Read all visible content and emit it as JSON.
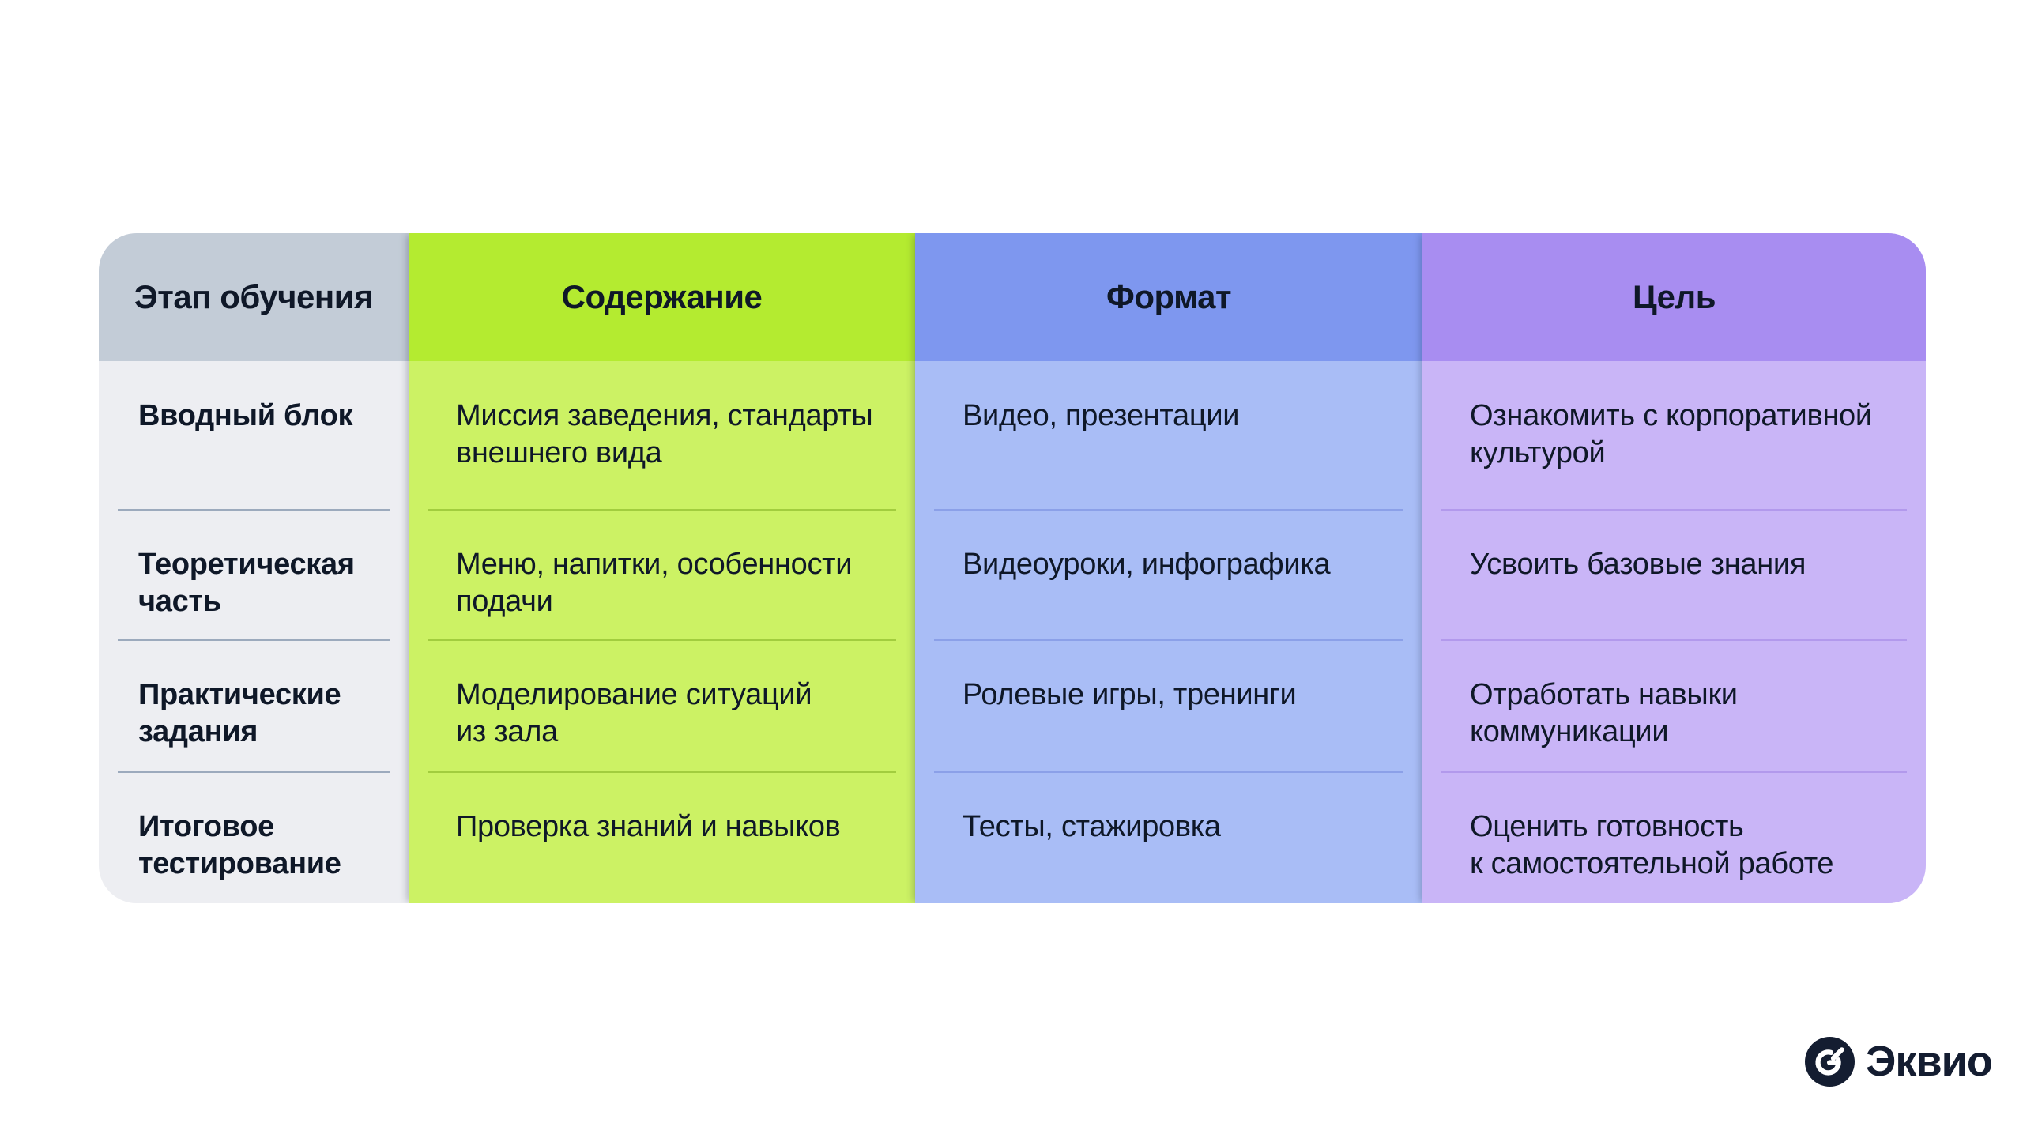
{
  "table": {
    "columns": [
      {
        "key": "stage",
        "header": "Этап обучения",
        "header_bg": "#c3ccd7",
        "body_bg": "#edeef2",
        "divider_color": "#9caabd",
        "cells": [
          "Вводный блок",
          "Теоретическая\nчасть",
          "Практические\nзадания",
          "Итоговое\nтестирование"
        ]
      },
      {
        "key": "content",
        "header": "Содержание",
        "header_bg": "#b4eb30",
        "body_bg": "#ccf264",
        "divider_color": "#a2cd3e",
        "cells": [
          "Миссия заведения, стандарты\nвнешнего вида",
          "Меню, напитки, особенности\nподачи",
          "Моделирование ситуаций\nиз зала",
          "Проверка знаний и навыков"
        ]
      },
      {
        "key": "format",
        "header": "Формат",
        "header_bg": "#7e97ef",
        "body_bg": "#a9bdf6",
        "divider_color": "#8ba0e8",
        "cells": [
          "Видео, презентации",
          "Видеоуроки, инфографика",
          "Ролевые игры, тренинги",
          "Тесты, стажировка"
        ]
      },
      {
        "key": "goal",
        "header": "Цель",
        "header_bg": "#a88df1",
        "body_bg": "#c9b5f7",
        "divider_color": "#b299ec",
        "cells": [
          "Ознакомить с корпоративной\nкультурой",
          "Усвоить базовые знания",
          "Отработать навыки\nкоммуникации",
          "Оценить готовность\nк самостоятельной работе"
        ]
      }
    ]
  },
  "logo": {
    "text": "Эквио",
    "icon": "ekvio-circle-arrow-icon",
    "color": "#141d31"
  }
}
